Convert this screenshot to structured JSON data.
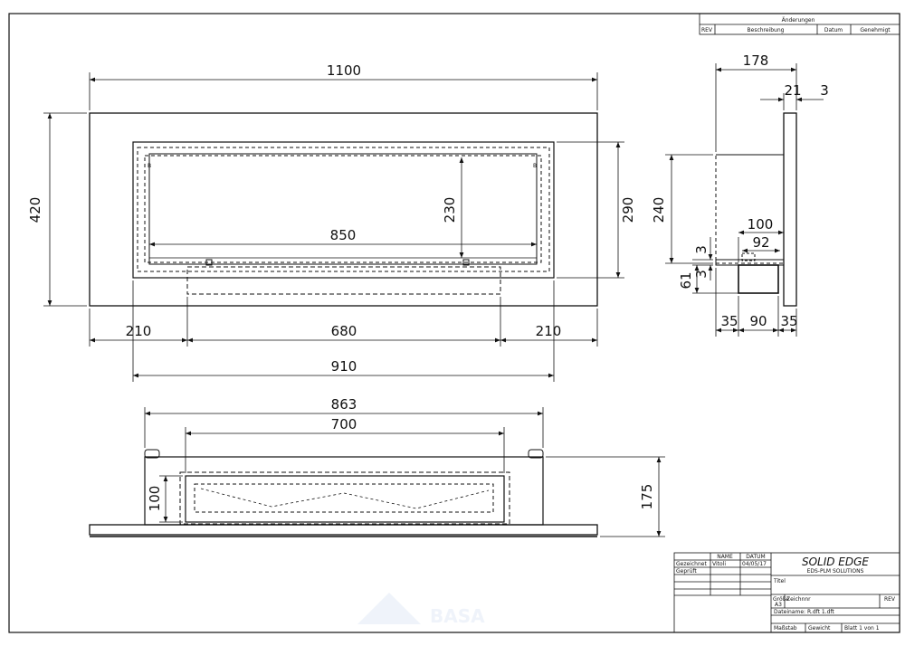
{
  "front_view": {
    "width_overall": "1100",
    "height_overall": "420",
    "height_opening": "290",
    "width_inner": "850",
    "height_inner": "230",
    "margin_left": "210",
    "width_burner": "680",
    "margin_right": "210",
    "width_frame": "910"
  },
  "side_view": {
    "depth": "178",
    "front_plate": "21",
    "gap": "3",
    "height": "240",
    "width_100": "100",
    "width_92": "92",
    "dim_3a": "3",
    "dim_3b": "3",
    "dim_61": "61",
    "bottom_35a": "35",
    "bottom_90": "90",
    "bottom_35b": "35"
  },
  "top_view": {
    "width_body": "863",
    "width_burner": "700",
    "depth_burner": "100",
    "depth_total": "175"
  },
  "revision_table": {
    "title": "Änderungen",
    "col_rev": "REV",
    "col_desc": "Beschreibung",
    "col_date": "Datum",
    "col_approved": "Genehmigt"
  },
  "title_block": {
    "h_name": "NAME",
    "h_date": "DATUM",
    "drawn_label": "Gezeichnet",
    "drawn_name": "Vitoli",
    "drawn_date": "04/05/17",
    "checked_label": "Geprüft",
    "brand": "SOLID EDGE",
    "brand_sub": "EDS-PLM SOLUTIONS",
    "title_label": "Titel",
    "size_label": "Größe",
    "size_value": "A3",
    "drawing_no_label": "Zeichnnr",
    "rev_label": "REV",
    "filename": "Dateiname: R.dft 1.dft",
    "scale_label": "Maßstab",
    "weight_label": "Gewicht",
    "sheet_label": "Blatt 1 von 1"
  },
  "watermark": "BASA"
}
